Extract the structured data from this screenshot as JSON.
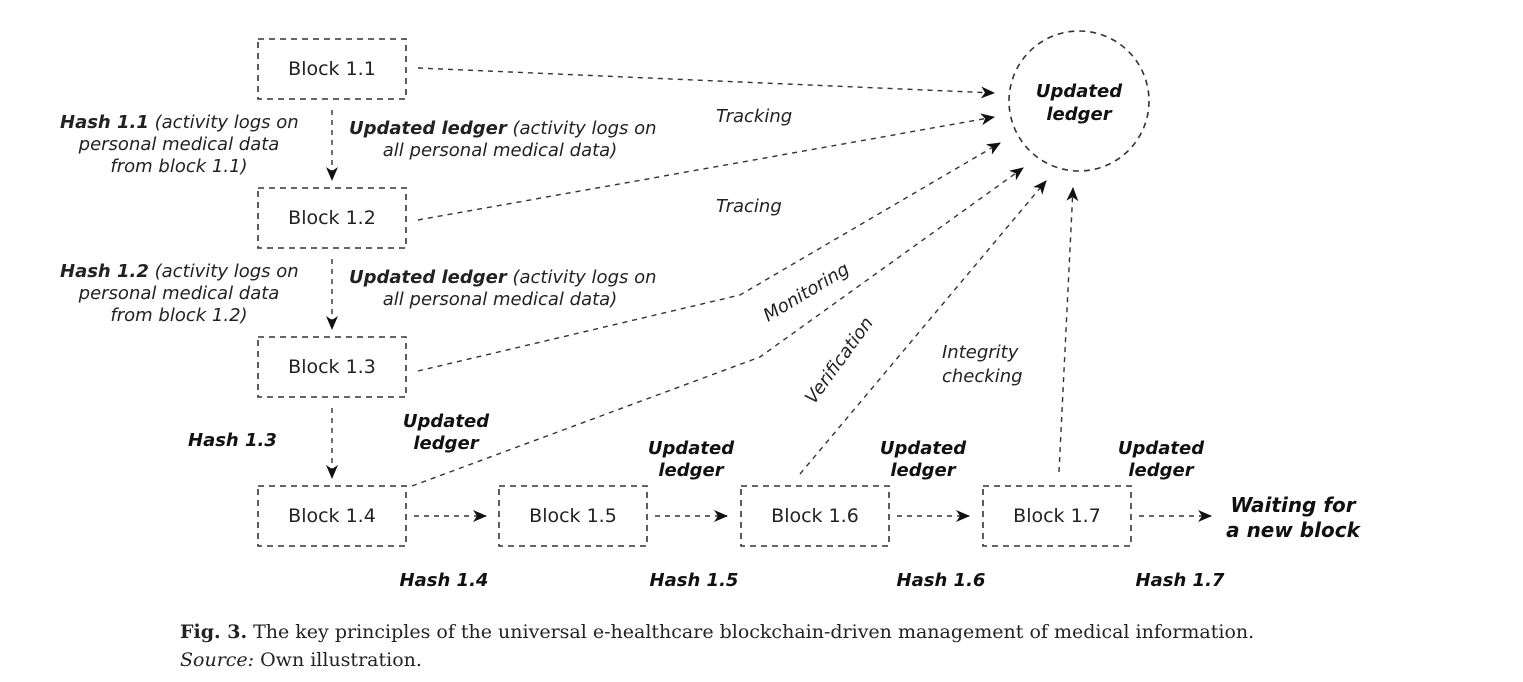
{
  "blocks": [
    {
      "id": "b1",
      "label": "Block 1.1"
    },
    {
      "id": "b2",
      "label": "Block 1.2"
    },
    {
      "id": "b3",
      "label": "Block 1.3"
    },
    {
      "id": "b4",
      "label": "Block 1.4"
    },
    {
      "id": "b5",
      "label": "Block 1.5"
    },
    {
      "id": "b6",
      "label": "Block 1.6"
    },
    {
      "id": "b7",
      "label": "Block 1.7"
    }
  ],
  "ledger_node": {
    "line1": "Updated",
    "line2": "ledger"
  },
  "hash_labels_left": [
    {
      "bold": "Hash 1.1",
      "rest": " (activity logs on",
      "line2": "personal medical data",
      "line3": "from block 1.1)"
    },
    {
      "bold": "Hash 1.2",
      "rest": " (activity logs on",
      "line2": "personal medical data",
      "line3": "from block 1.2)"
    },
    {
      "bold": "Hash 1.3"
    }
  ],
  "ledger_labels_mid": [
    {
      "bold": "Updated ledger",
      "rest": " (activity logs on",
      "line2": "all personal medical data)"
    },
    {
      "bold": "Updated ledger",
      "rest": " (activity logs on",
      "line2": "all personal medical data)"
    }
  ],
  "updated_ledger_small": {
    "line1": "Updated",
    "line2": "ledger"
  },
  "hash_bottom": [
    "Hash 1.4",
    "Hash 1.5",
    "Hash 1.6",
    "Hash 1.7"
  ],
  "arrow_labels": {
    "tracking": "Tracking",
    "tracing": "Tracing",
    "monitoring": "Monitoring",
    "verification": "Verification",
    "integrity_line1": "Integrity",
    "integrity_line2": "checking"
  },
  "waiting": {
    "line1": "Waiting for",
    "line2": "a new block"
  },
  "caption": {
    "fig_label": "Fig. 3.",
    "fig_text": " The key principles of the universal e-healthcare blockchain-driven management of medical information.",
    "source_label": "Source:",
    "source_text": " Own illustration."
  }
}
